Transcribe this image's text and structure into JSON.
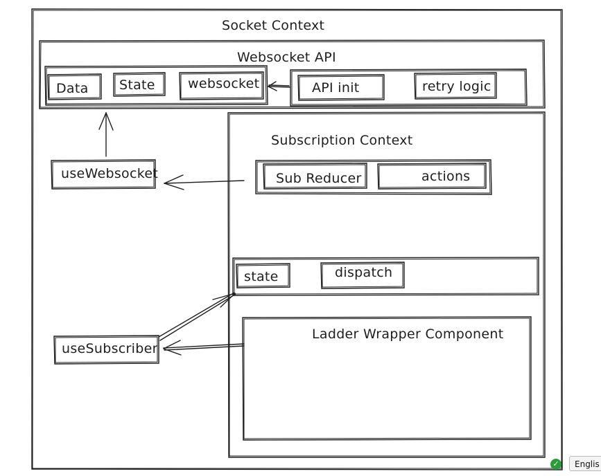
{
  "diagram": {
    "socket_context": {
      "label": "Socket Context"
    },
    "websocket_api": {
      "label": "Websocket API",
      "items": [
        "Data",
        "State",
        "websocket"
      ],
      "init_items": [
        "API init",
        "retry logic"
      ]
    },
    "subscription_context": {
      "label": "Subscription Context",
      "reducer": "Sub Reducer",
      "actions": "actions",
      "state": "state",
      "dispatch": "dispatch"
    },
    "hooks": {
      "use_websocket": "useWebsocket",
      "use_subscriber": "useSubscriber"
    },
    "ladder_wrapper": {
      "label": "Ladder Wrapper Component"
    }
  },
  "language_widget": {
    "label": "Englis",
    "check_icon": "check-circle-icon"
  },
  "colors": {
    "stroke": "#1e1e1e",
    "background": "#ffffff",
    "badge": "#2e9a3e"
  }
}
